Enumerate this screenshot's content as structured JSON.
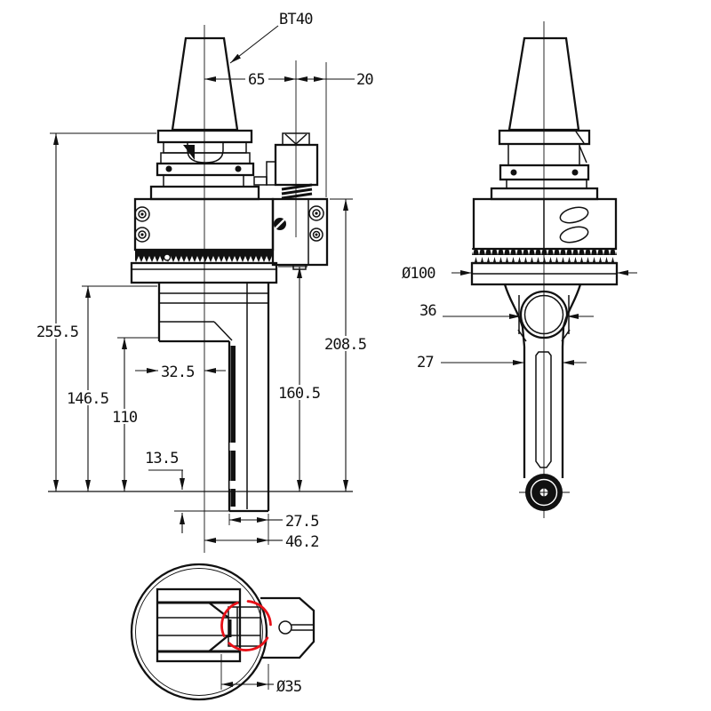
{
  "drawing": {
    "callout": "BT40",
    "front_view": {
      "dim_65": "65",
      "dim_20": "20",
      "dim_255_5": "255.5",
      "dim_146_5": "146.5",
      "dim_110": "110",
      "dim_32_5": "32.5",
      "dim_13_5": "13.5",
      "dim_160_5": "160.5",
      "dim_208_5": "208.5",
      "dim_27_5": "27.5",
      "dim_46_2": "46.2"
    },
    "side_view": {
      "dim_dia100": "Ø100",
      "dim_36": "36",
      "dim_27": "27"
    },
    "bottom_view": {
      "dim_dia35": "Ø35"
    },
    "colors": {
      "line": "#111111",
      "highlight": "#e81118",
      "background": "#ffffff"
    }
  }
}
